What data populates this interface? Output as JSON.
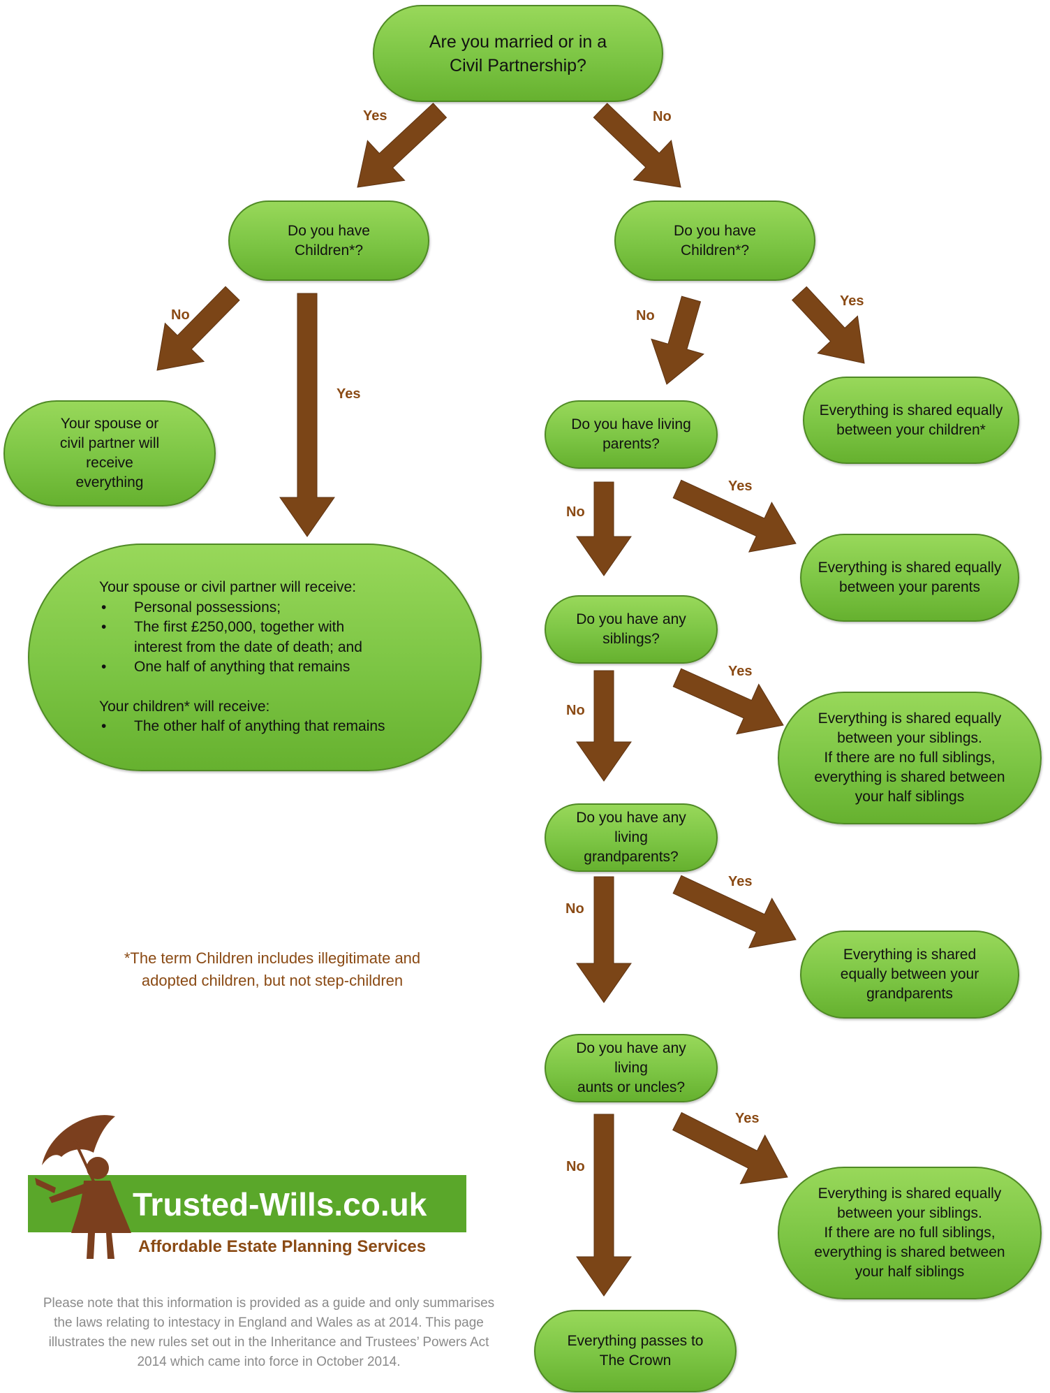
{
  "nodes": {
    "q_married": "Are you married or in a\nCivil Partnership?",
    "q_children_married": "Do you have\nChildren*?",
    "q_children_single": "Do you have\nChildren*?",
    "r_spouse_all": "Your spouse or\ncivil partner will\nreceive\neverything",
    "r_children_equal": "Everything is shared equally\nbetween your children*",
    "q_parents": "Do you have living\nparents?",
    "r_parents": "Everything is shared equally\nbetween your parents",
    "q_siblings": "Do you have any\nsiblings?",
    "r_siblings": "Everything is shared equally\nbetween your siblings.\nIf there are no full siblings,\neverything is shared between\nyour half siblings",
    "q_grandparents": "Do you have any living\ngrandparents?",
    "r_grandparents": "Everything is shared\nequally between your\ngrandparents",
    "q_aunts": "Do you have any living\naunts or uncles?",
    "r_aunts": "Everything is shared equally\nbetween your siblings.\nIf there are no full siblings,\neverything is shared between\nyour half siblings",
    "r_crown": "Everything passes to\nThe Crown"
  },
  "split_estate": {
    "spouse_heading": "Your spouse or civil partner will receive:",
    "spouse_items": [
      "Personal possessions;",
      "The first £250,000, together with\ninterest from the date of death; and",
      "One half of anything that remains"
    ],
    "children_heading": "Your children* will receive:",
    "children_items": [
      "The other half of anything that remains"
    ]
  },
  "labels": {
    "yes": "Yes",
    "no": "No"
  },
  "footnote": "*The term Children includes illegitimate and\nadopted children, but not step-children",
  "logo": {
    "name": "Trusted-Wills.co.uk",
    "tagline": "Affordable Estate Planning Services"
  },
  "disclaimer": "Please note that this information is provided as a guide and only summarises the laws relating to intestacy in England and Wales as at 2014. This page illustrates the new rules set out in the Inheritance and Trustees’ Powers Act 2014 which came into force in October 2014.",
  "colors": {
    "node_fill": "#7cc544",
    "node_border": "#4f8a25",
    "arrow": "#7b4517",
    "label": "#8a4a14",
    "logo_green": "#5aa72a"
  }
}
